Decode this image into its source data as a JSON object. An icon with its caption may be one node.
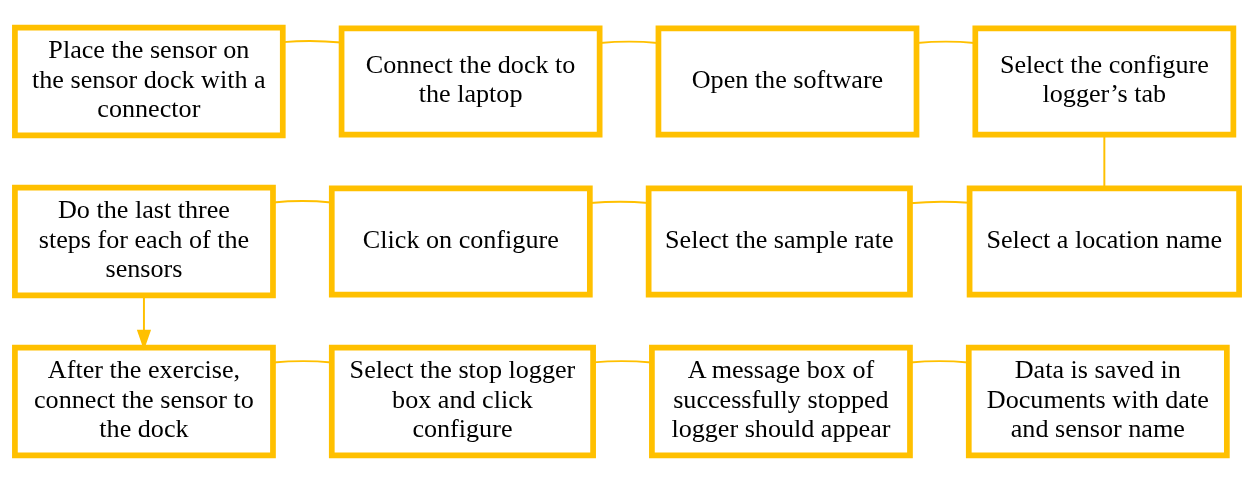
{
  "diagram": {
    "nodes": [
      {
        "text": [
          "Place the sensor on the sensor dock with a connector"
        ]
      },
      {
        "text": [
          "Connect the dock to the laptop"
        ]
      },
      {
        "text": [
          "Open the software"
        ]
      },
      {
        "text": [
          "Select the configure logger’s tab"
        ]
      },
      {
        "text": [
          "Do the last three steps for each of the sensors"
        ]
      },
      {
        "text": [
          "Click on configure"
        ]
      },
      {
        "text": [
          "Select the sample rate"
        ]
      },
      {
        "text": [
          "Select a location name"
        ]
      },
      {
        "text": [
          "After the exercise, connect the sensor to the dock"
        ]
      },
      {
        "text": [
          "Select the stop logger box and click configure"
        ]
      },
      {
        "text": [
          "A message box of successfully stopped logger should appear"
        ]
      },
      {
        "text": [
          "Data is saved in Documents with date and sensor name"
        ]
      }
    ],
    "edges": [
      {
        "from": 0,
        "to": 1,
        "arrow": "none"
      },
      {
        "from": 1,
        "to": 2,
        "arrow": "none"
      },
      {
        "from": 2,
        "to": 3,
        "arrow": "none"
      },
      {
        "from": 3,
        "to": 7,
        "arrow": "none"
      },
      {
        "from": 7,
        "to": 6,
        "arrow": "none"
      },
      {
        "from": 6,
        "to": 5,
        "arrow": "none"
      },
      {
        "from": 5,
        "to": 4,
        "arrow": "none"
      },
      {
        "from": 4,
        "to": 8,
        "arrow": "to"
      },
      {
        "from": 8,
        "to": 9,
        "arrow": "none"
      },
      {
        "from": 9,
        "to": 10,
        "arrow": "none"
      },
      {
        "from": 10,
        "to": 11,
        "arrow": "none"
      }
    ]
  }
}
